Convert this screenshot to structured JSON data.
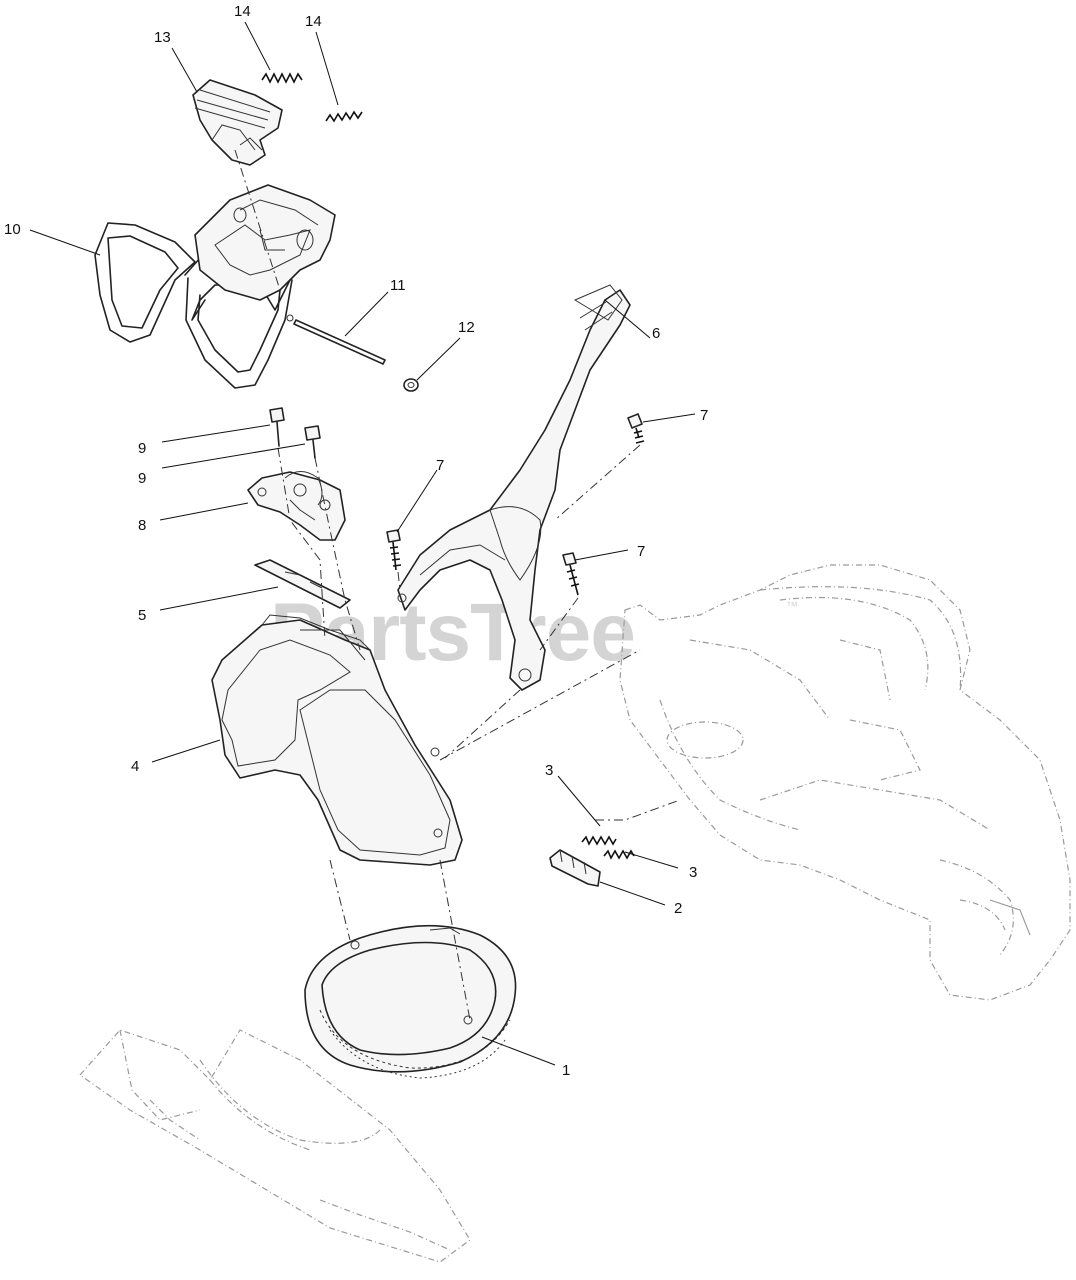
{
  "diagram": {
    "watermark": "PartsTree",
    "trademark": "™",
    "callouts": {
      "c1": "1",
      "c2": "2",
      "c3a": "3",
      "c3b": "3",
      "c4": "4",
      "c5": "5",
      "c6": "6",
      "c7a": "7",
      "c7b": "7",
      "c7c": "7",
      "c8": "8",
      "c9a": "9",
      "c9b": "9",
      "c10": "10",
      "c11": "11",
      "c12": "12",
      "c13": "13",
      "c14a": "14",
      "c14b": "14"
    }
  }
}
